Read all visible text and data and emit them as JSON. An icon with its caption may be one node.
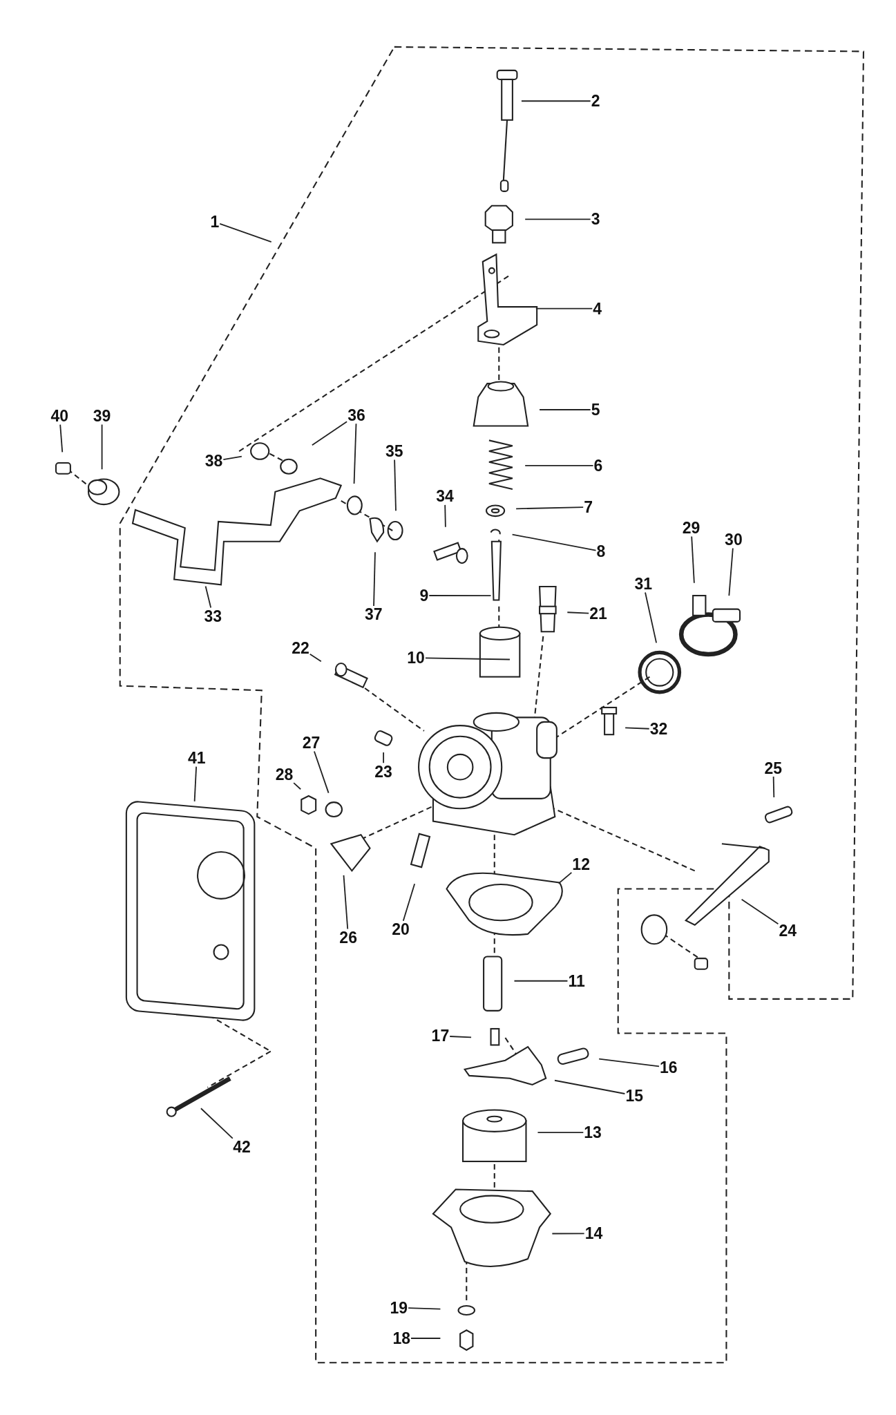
{
  "diagram": {
    "nodes": [
      {
        "text": [
          "1"
        ]
      },
      {
        "text": [
          "2"
        ]
      },
      {
        "text": [
          "3"
        ]
      },
      {
        "text": [
          "4"
        ]
      },
      {
        "text": [
          "5"
        ]
      },
      {
        "text": [
          "6"
        ]
      },
      {
        "text": [
          "7"
        ]
      },
      {
        "text": [
          "8"
        ]
      },
      {
        "text": [
          "9"
        ]
      },
      {
        "text": [
          "10"
        ]
      },
      {
        "text": [
          "11"
        ]
      },
      {
        "text": [
          "12"
        ]
      },
      {
        "text": [
          "13"
        ]
      },
      {
        "text": [
          "14"
        ]
      },
      {
        "text": [
          "15"
        ]
      },
      {
        "text": [
          "16"
        ]
      },
      {
        "text": [
          "17"
        ]
      },
      {
        "text": [
          "18"
        ]
      },
      {
        "text": [
          "19"
        ]
      },
      {
        "text": [
          "20"
        ]
      },
      {
        "text": [
          "21"
        ]
      },
      {
        "text": [
          "22"
        ]
      },
      {
        "text": [
          "23"
        ]
      },
      {
        "text": [
          "24"
        ]
      },
      {
        "text": [
          "25"
        ]
      },
      {
        "text": [
          "26"
        ]
      },
      {
        "text": [
          "27"
        ]
      },
      {
        "text": [
          "28"
        ]
      },
      {
        "text": [
          "29"
        ]
      },
      {
        "text": [
          "30"
        ]
      },
      {
        "text": [
          "31"
        ]
      },
      {
        "text": [
          "32"
        ]
      },
      {
        "text": [
          "33"
        ]
      },
      {
        "text": [
          "34"
        ]
      },
      {
        "text": [
          "35"
        ]
      },
      {
        "text": [
          "36"
        ]
      },
      {
        "text": [
          "37"
        ]
      },
      {
        "text": [
          "38"
        ]
      },
      {
        "text": [
          "39"
        ]
      },
      {
        "text": [
          "40"
        ]
      },
      {
        "text": [
          "41"
        ]
      },
      {
        "text": [
          "42"
        ]
      }
    ],
    "edges": [
      {
        "from": 0,
        "to": null,
        "arrow": "none"
      },
      {
        "from": 1,
        "to": null,
        "arrow": "none"
      },
      {
        "from": 2,
        "to": null,
        "arrow": "none"
      },
      {
        "from": 3,
        "to": null,
        "arrow": "none"
      },
      {
        "from": 4,
        "to": null,
        "arrow": "none"
      },
      {
        "from": 5,
        "to": null,
        "arrow": "none"
      },
      {
        "from": 6,
        "to": null,
        "arrow": "none"
      },
      {
        "from": 7,
        "to": null,
        "arrow": "none"
      },
      {
        "from": 8,
        "to": null,
        "arrow": "none"
      },
      {
        "from": 9,
        "to": null,
        "arrow": "none"
      },
      {
        "from": 10,
        "to": null,
        "arrow": "none"
      },
      {
        "from": 11,
        "to": null,
        "arrow": "none"
      },
      {
        "from": 12,
        "to": null,
        "arrow": "none"
      },
      {
        "from": 13,
        "to": null,
        "arrow": "none"
      },
      {
        "from": 14,
        "to": null,
        "arrow": "none"
      },
      {
        "from": 15,
        "to": null,
        "arrow": "none"
      },
      {
        "from": 16,
        "to": null,
        "arrow": "none"
      },
      {
        "from": 17,
        "to": null,
        "arrow": "none"
      },
      {
        "from": 18,
        "to": null,
        "arrow": "none"
      },
      {
        "from": 19,
        "to": null,
        "arrow": "none"
      },
      {
        "from": 20,
        "to": null,
        "arrow": "none"
      },
      {
        "from": 21,
        "to": null,
        "arrow": "none"
      },
      {
        "from": 22,
        "to": null,
        "arrow": "none"
      },
      {
        "from": 23,
        "to": null,
        "arrow": "none"
      },
      {
        "from": 24,
        "to": null,
        "arrow": "none"
      },
      {
        "from": 25,
        "to": null,
        "arrow": "none"
      },
      {
        "from": 26,
        "to": null,
        "arrow": "none"
      },
      {
        "from": 27,
        "to": null,
        "arrow": "none"
      },
      {
        "from": 28,
        "to": null,
        "arrow": "none"
      },
      {
        "from": 29,
        "to": null,
        "arrow": "none"
      },
      {
        "from": 30,
        "to": null,
        "arrow": "none"
      },
      {
        "from": 31,
        "to": null,
        "arrow": "none"
      },
      {
        "from": 32,
        "to": null,
        "arrow": "none"
      },
      {
        "from": 33,
        "to": null,
        "arrow": "none"
      },
      {
        "from": 34,
        "to": null,
        "arrow": "none"
      },
      {
        "from": 35,
        "to": null,
        "arrow": "none"
      },
      {
        "from": 35,
        "to": null,
        "arrow": "none"
      },
      {
        "from": 36,
        "to": null,
        "arrow": "none"
      },
      {
        "from": 37,
        "to": null,
        "arrow": "none"
      },
      {
        "from": 38,
        "to": null,
        "arrow": "none"
      },
      {
        "from": 39,
        "to": null,
        "arrow": "none"
      },
      {
        "from": 40,
        "to": null,
        "arrow": "none"
      },
      {
        "from": 41,
        "to": null,
        "arrow": "none"
      }
    ]
  }
}
